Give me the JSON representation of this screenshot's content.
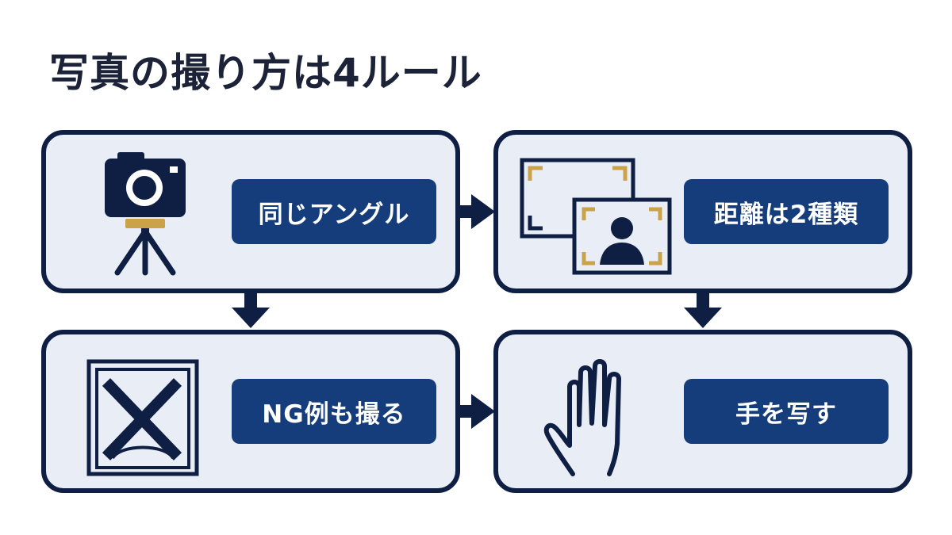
{
  "title": "写真の撮り方は4ルール",
  "colors": {
    "navy": "#0f1f44",
    "card_fill": "#e9edf6",
    "label_fill": "#153d7c",
    "gold_accent": "#c9a24a"
  },
  "steps": [
    {
      "label": "同じアングル",
      "icon": "camera-tripod-icon"
    },
    {
      "label": "距離は2種類",
      "icon": "framed-portrait-icon"
    },
    {
      "label": "NG例も撮る",
      "icon": "ng-cross-frame-icon"
    },
    {
      "label": "手を写す",
      "icon": "hand-icon"
    }
  ],
  "flow": [
    "step-1 → step-2",
    "step-1 → step-3",
    "step-2 → step-4",
    "step-3 → step-4"
  ]
}
